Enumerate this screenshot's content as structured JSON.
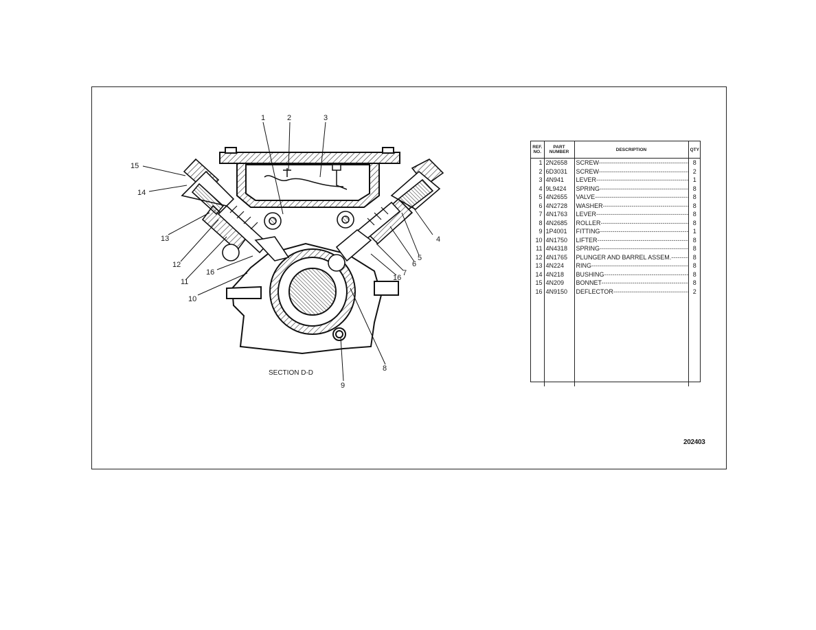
{
  "figure_number": "202403",
  "section_label": "SECTION D-D",
  "callouts": [
    "1",
    "2",
    "3",
    "4",
    "5",
    "6",
    "7",
    "8",
    "9",
    "10",
    "11",
    "12",
    "13",
    "14",
    "15",
    "16",
    "16"
  ],
  "table": {
    "headers": {
      "ref": "REF. NO.",
      "part": "PART NUMBER",
      "desc": "DESCRIPTION",
      "qty": "QTY"
    },
    "rows": [
      {
        "ref": "1",
        "part": "2N2658",
        "desc": "SCREW",
        "qty": "8"
      },
      {
        "ref": "2",
        "part": "6D3031",
        "desc": "SCREW",
        "qty": "2"
      },
      {
        "ref": "3",
        "part": "4N941",
        "desc": "LEVER",
        "qty": "1"
      },
      {
        "ref": "4",
        "part": "9L9424",
        "desc": "SPRING",
        "qty": "8"
      },
      {
        "ref": "5",
        "part": "4N2655",
        "desc": "VALVE",
        "qty": "8"
      },
      {
        "ref": "6",
        "part": "4N2728",
        "desc": "WASHER",
        "qty": "8"
      },
      {
        "ref": "7",
        "part": "4N1763",
        "desc": "LEVER",
        "qty": "8"
      },
      {
        "ref": "8",
        "part": "4N2685",
        "desc": "ROLLER",
        "qty": "8"
      },
      {
        "ref": "9",
        "part": "1P4001",
        "desc": "FITTING",
        "qty": "1"
      },
      {
        "ref": "10",
        "part": "4N1750",
        "desc": "LIFTER",
        "qty": "8"
      },
      {
        "ref": "11",
        "part": "4N4318",
        "desc": "SPRING",
        "qty": "8"
      },
      {
        "ref": "12",
        "part": "4N1765",
        "desc": "PLUNGER AND BARREL ASSEM.",
        "qty": "8"
      },
      {
        "ref": "13",
        "part": "4N224",
        "desc": "RING",
        "qty": "8"
      },
      {
        "ref": "14",
        "part": "4N218",
        "desc": "BUSHING",
        "qty": "8"
      },
      {
        "ref": "15",
        "part": "4N209",
        "desc": "BONNET",
        "qty": "8"
      },
      {
        "ref": "16",
        "part": "4N9150",
        "desc": "DEFLECTOR",
        "qty": "2"
      }
    ]
  }
}
